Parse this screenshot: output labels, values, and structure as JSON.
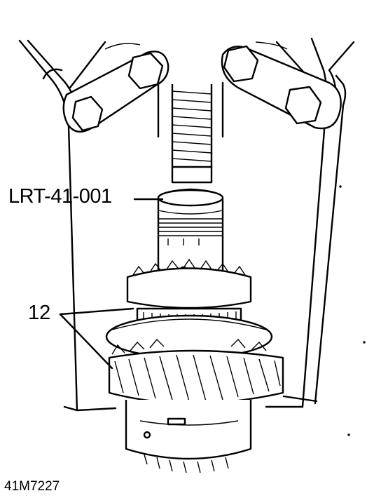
{
  "labels": {
    "tool": "LRT-41-001",
    "part": "12",
    "figure": "41M7227"
  },
  "colors": {
    "ink": "#000000",
    "paper": "#ffffff"
  }
}
